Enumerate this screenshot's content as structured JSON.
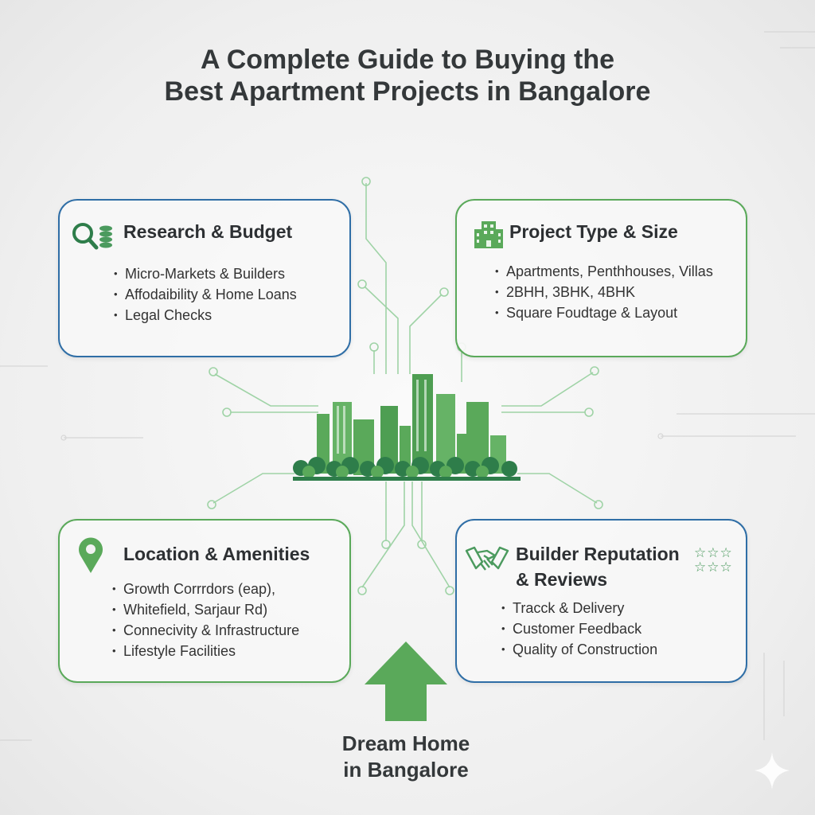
{
  "title": {
    "line1": "A Complete Guide to Buying the",
    "line2": "Best Apartment Projects in Bangalore"
  },
  "colors": {
    "blue": "#2f6ea6",
    "green": "#5aa95a",
    "dark_green": "#2e7d4a"
  },
  "cards": [
    {
      "heading": "Research & Budget",
      "icon": "magnifier-coins-icon",
      "items": [
        "Micro-Markets & Builders",
        "Affodaibility & Home Loans",
        "Legal Checks"
      ]
    },
    {
      "heading": "Project Type & Size",
      "icon": "building-icon",
      "items": [
        "Apartments, Penthhouses, Villas",
        "2BHH, 3BHK, 4BHK",
        "Square Foudtage & Layout"
      ]
    },
    {
      "heading": "Location & Amenities",
      "icon": "map-pin-icon",
      "items": [
        "Growth Corrrdors (eap),",
        "Whitefield, Sarjaur Rd)",
        "Connecivity & Infrastructure",
        "Lifestyle Facilities"
      ]
    },
    {
      "heading_line1": "Builder Reputation",
      "heading_line2": "& Reviews",
      "icon": "handshake-icon",
      "items": [
        "Tracck & Delivery",
        "Customer Feedback",
        "Quality of Construction"
      ]
    }
  ],
  "footer": {
    "line1": "Dream Home",
    "line2": "in Bangalore"
  }
}
